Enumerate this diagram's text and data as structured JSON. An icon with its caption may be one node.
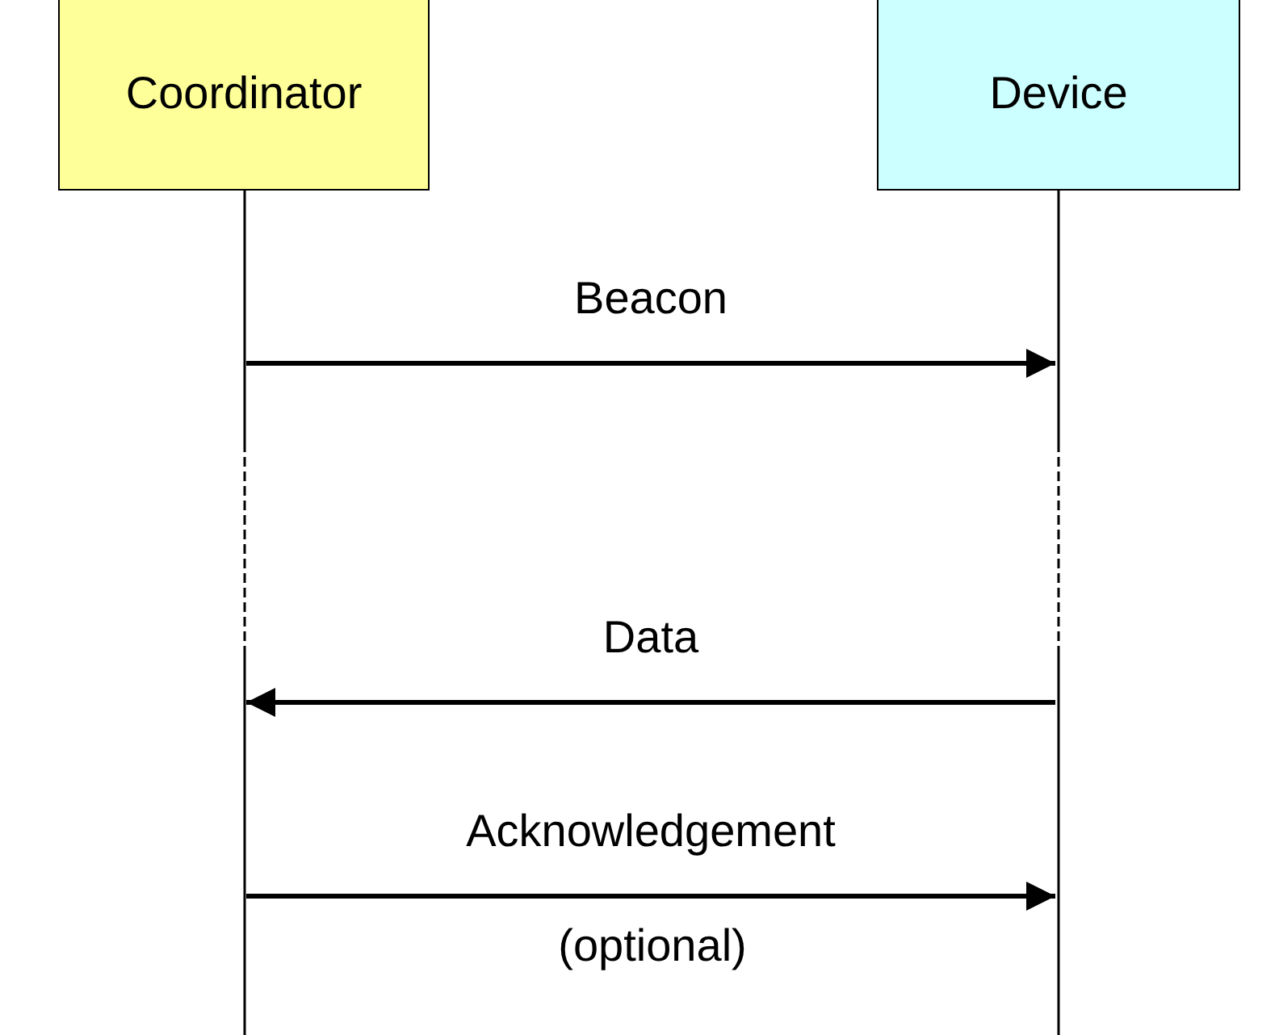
{
  "diagram": {
    "nodes": [
      {
        "text": [
          "Coordinator"
        ]
      },
      {
        "text": [
          "Device"
        ]
      },
      {
        "text": [],
        "shape": "bar"
      },
      {
        "text": [],
        "shape": "bar"
      }
    ],
    "edges": [
      {
        "from": 2,
        "to": 3,
        "arrow": "to",
        "label": "Beacon"
      },
      {
        "from": 3,
        "to": 2,
        "arrow": "to",
        "label": "Data"
      },
      {
        "from": 2,
        "to": 3,
        "arrow": "to",
        "label": "Acknowledgement"
      }
    ],
    "labels": [
      "(optional)"
    ]
  }
}
